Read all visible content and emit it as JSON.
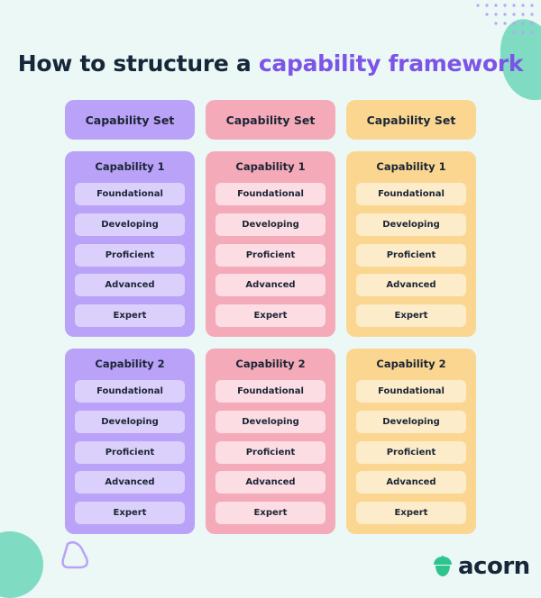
{
  "title": {
    "prefix": "How to structure a ",
    "highlight": "capability framework"
  },
  "columns": [
    {
      "header": "Capability Set",
      "cards": [
        {
          "title": "Capability 1",
          "levels": [
            "Foundational",
            "Developing",
            "Proficient",
            "Advanced",
            "Expert"
          ]
        },
        {
          "title": "Capability 2",
          "levels": [
            "Foundational",
            "Developing",
            "Proficient",
            "Advanced",
            "Expert"
          ]
        }
      ]
    },
    {
      "header": "Capability Set",
      "cards": [
        {
          "title": "Capability 1",
          "levels": [
            "Foundational",
            "Developing",
            "Proficient",
            "Advanced",
            "Expert"
          ]
        },
        {
          "title": "Capability 2",
          "levels": [
            "Foundational",
            "Developing",
            "Proficient",
            "Advanced",
            "Expert"
          ]
        }
      ]
    },
    {
      "header": "Capability Set",
      "cards": [
        {
          "title": "Capability 1",
          "levels": [
            "Foundational",
            "Developing",
            "Proficient",
            "Advanced",
            "Expert"
          ]
        },
        {
          "title": "Capability 2",
          "levels": [
            "Foundational",
            "Developing",
            "Proficient",
            "Advanced",
            "Expert"
          ]
        }
      ]
    }
  ],
  "colors": {
    "purple": "#b9a2f7",
    "pink": "#f4aab8",
    "yellow": "#fbd691",
    "title_highlight": "#7c55e6",
    "accent_mint": "#7fdcc3",
    "background": "#ebf8f5"
  },
  "icons": [
    "dot-grid-icon",
    "blob-icon",
    "triangle-outline-icon",
    "acorn-logo-icon"
  ],
  "logo": {
    "text": "acorn"
  }
}
